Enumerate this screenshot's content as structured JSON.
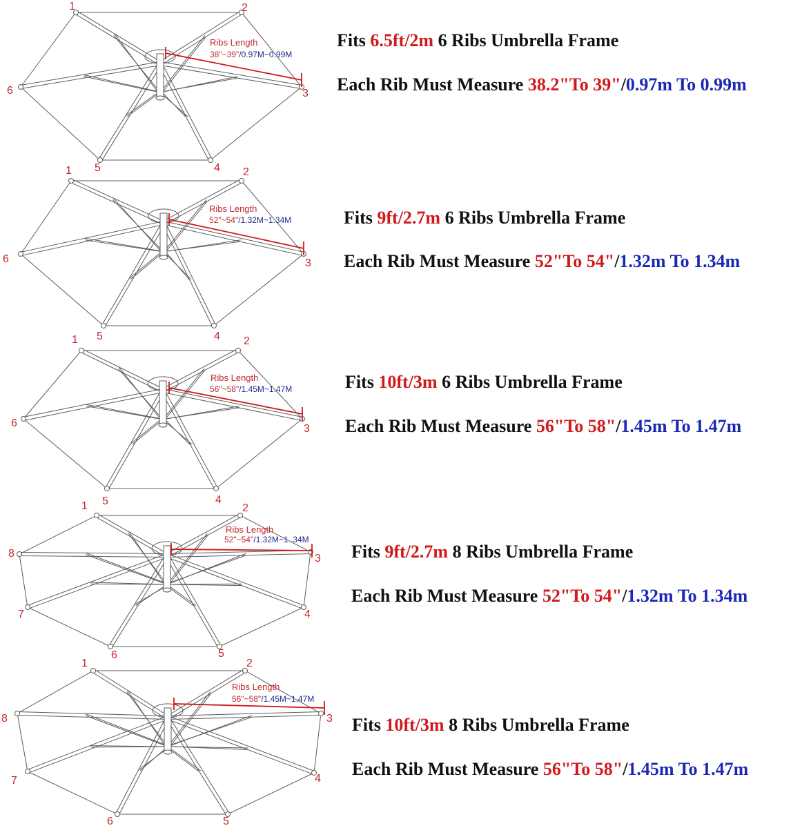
{
  "theme": {
    "frame_line": "#5b5b5b",
    "red": "#d0191b",
    "blue": "#1b28b6",
    "text": "#111111"
  },
  "panels": [
    {
      "ribs": 6,
      "numbers": [
        "1",
        "2",
        "3",
        "4",
        "5",
        "6"
      ],
      "rib_length_label": "Ribs  Length",
      "rib_length_in": "38\"~39\"",
      "rib_length_m": "/0.97M~0.99M",
      "fits": {
        "prefix": "Fits ",
        "size": "6.5ft/2m",
        "suffix": " 6 Ribs Umbrella Frame"
      },
      "measure": {
        "prefix": "Each Rib Must Measure ",
        "inches": "38.2\"To 39\"",
        "sep": "/",
        "meters": "0.97m To 0.99m"
      }
    },
    {
      "ribs": 6,
      "numbers": [
        "1",
        "2",
        "3",
        "4",
        "5",
        "6"
      ],
      "rib_length_label": "Ribs  Length",
      "rib_length_in": "52\"~54\"",
      "rib_length_m": "/1.32M~1.34M",
      "fits": {
        "prefix": "Fits ",
        "size": "9ft/2.7m",
        "suffix": " 6 Ribs Umbrella Frame"
      },
      "measure": {
        "prefix": "Each Rib Must Measure ",
        "inches": "52\"To 54\"",
        "sep": "/",
        "meters": "1.32m To 1.34m"
      }
    },
    {
      "ribs": 6,
      "numbers": [
        "1",
        "2",
        "3",
        "4",
        "5",
        "6"
      ],
      "rib_length_label": "Ribs  Length",
      "rib_length_in": "56\"~58\"",
      "rib_length_m": "/1.45M~1.47M",
      "fits": {
        "prefix": "Fits ",
        "size": "10ft/3m",
        "suffix": " 6 Ribs Umbrella Frame"
      },
      "measure": {
        "prefix": "Each Rib Must Measure ",
        "inches": "56\"To 58\"",
        "sep": "/",
        "meters": "1.45m To 1.47m"
      }
    },
    {
      "ribs": 8,
      "numbers": [
        "1",
        "2",
        "3",
        "4",
        "5",
        "6",
        "7",
        "8"
      ],
      "rib_length_label": "Ribs  Length",
      "rib_length_in": "52\"~54\"",
      "rib_length_m": "/1.32M~1  .34M",
      "fits": {
        "prefix": "Fits ",
        "size": "9ft/2.7m",
        "suffix": " 8 Ribs Umbrella Frame"
      },
      "measure": {
        "prefix": "Each Rib Must Measure ",
        "inches": "52\"To 54\"",
        "sep": "/",
        "meters": "1.32m To 1.34m"
      }
    },
    {
      "ribs": 8,
      "numbers": [
        "1",
        "2",
        "3",
        "4",
        "5",
        "6",
        "7",
        "8"
      ],
      "rib_length_label": "Ribs  Length",
      "rib_length_in": "56\"~58\"",
      "rib_length_m": "/1.45M~1.47M",
      "fits": {
        "prefix": "Fits ",
        "size": "10ft/3m",
        "suffix": " 8 Ribs Umbrella Frame"
      },
      "measure": {
        "prefix": "Each Rib Must Measure ",
        "inches": "56\"To 58\"",
        "sep": "/",
        "meters": "1.45m To 1.47m"
      }
    }
  ]
}
